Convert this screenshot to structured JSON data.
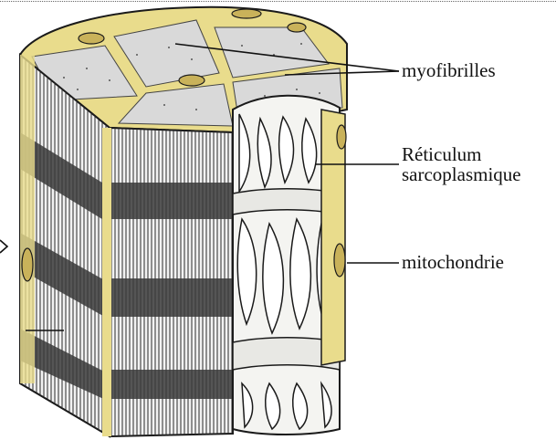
{
  "labels": {
    "myofibrils": "myofibrilles",
    "reticulum_line1": "Réticulum",
    "reticulum_line2": "sarcoplasmique",
    "mitochondria": "mitochondrie"
  },
  "colors": {
    "outline": "#1a1a1a",
    "sarcoplasm": "#e9dc8c",
    "sarcoplasm_dark": "#c9b25a",
    "reticulum_fill": "#f4f4f1",
    "myofibril_light": "#f2f2f2",
    "myofibril_dark": "#3a3a3a"
  }
}
